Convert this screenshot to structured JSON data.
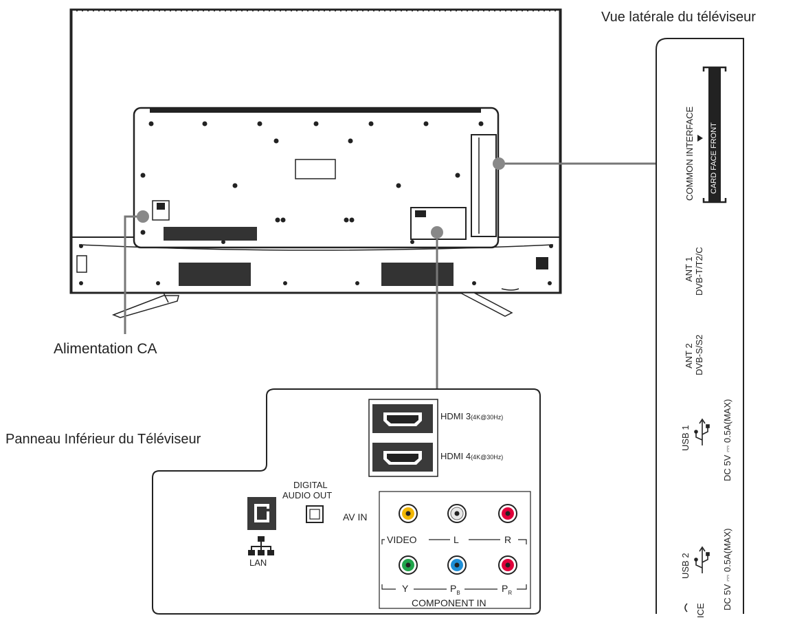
{
  "labels": {
    "side_view": "Vue latérale du téléviseur",
    "ac_power": "Alimentation CA",
    "bottom_panel": "Panneau Inférieur du Téléviseur"
  },
  "bottom_ports": {
    "hdmi3": "HDMI 3",
    "hdmi3_spec": "(4K@30Hz)",
    "hdmi4": "HDMI 4",
    "hdmi4_spec": "(4K@30Hz)",
    "digital": "DIGITAL",
    "audio_out": "AUDIO OUT",
    "av_in": "AV IN",
    "video": "VIDEO",
    "l": "L",
    "r": "R",
    "y": "Y",
    "pb": "P",
    "pb_sub": "B",
    "pr": "P",
    "pr_sub": "R",
    "component_in": "COMPONENT IN",
    "lan": "LAN"
  },
  "side_ports": {
    "common_interface": "COMMON INTERFACE",
    "card_face_front": "CARD FACE FRONT",
    "ant1": "ANT 1",
    "ant1_spec": "DVB-T/T2/C",
    "ant2": "ANT 2",
    "ant2_spec": "DVB-S/S2",
    "usb1": "USB 1",
    "usb1_spec": "DC 5V ⎓ 0.5A(MAX)",
    "usb2": "USB 2",
    "usb2_spec": "DC 5V ⎓ 0.5A(MAX)",
    "service": "ICE"
  },
  "colors": {
    "video_jack": "#f2b705",
    "white_jack": "#e8e8e8",
    "red_jack": "#e0003a",
    "green_jack": "#1fa44a",
    "blue_jack": "#1e8fd8",
    "leader_line": "#777777"
  }
}
